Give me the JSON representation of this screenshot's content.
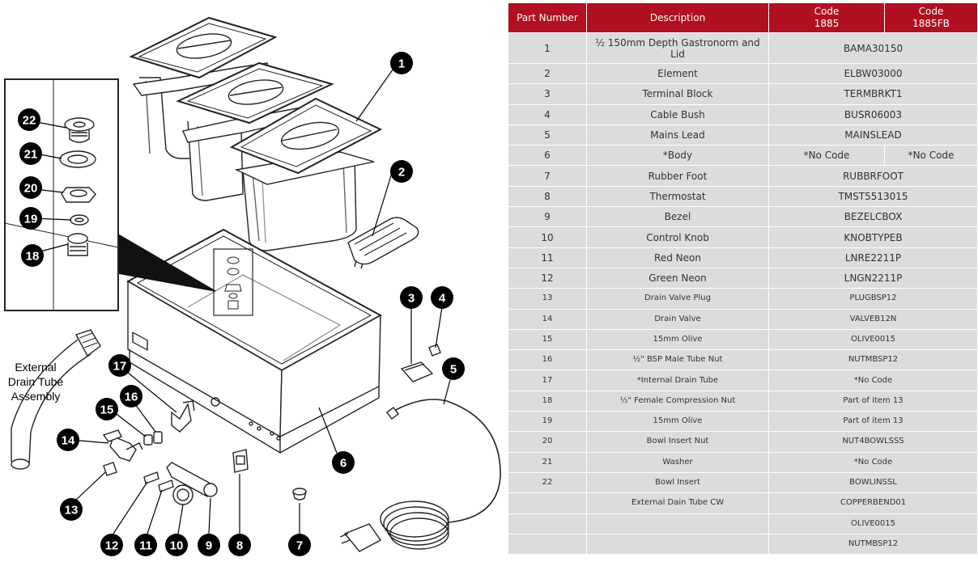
{
  "diagram": {
    "callouts": [
      "1",
      "2",
      "3",
      "4",
      "5",
      "6",
      "7",
      "8",
      "9",
      "10",
      "11",
      "12",
      "13",
      "14",
      "15",
      "16",
      "17",
      "18",
      "19",
      "20",
      "21",
      "22"
    ],
    "drain_label_lines": [
      "External",
      "Drain Tube",
      "Assembly"
    ]
  },
  "table": {
    "headers": {
      "part_number": "Part Number",
      "description": "Description",
      "code_1885": [
        "Code",
        "1885"
      ],
      "code_1885fb": [
        "Code",
        "1885FB"
      ]
    },
    "rows": [
      {
        "part": "1",
        "desc": "½ 150mm Depth Gastronorm and Lid",
        "code": "BAMA30150"
      },
      {
        "part": "2",
        "desc": "Element",
        "code": "ELBW03000"
      },
      {
        "part": "3",
        "desc": "Terminal Block",
        "code": "TERMBRKT1"
      },
      {
        "part": "4",
        "desc": "Cable Bush",
        "code": "BUSR06003"
      },
      {
        "part": "5",
        "desc": "Mains Lead",
        "code": "MAINSLEAD"
      },
      {
        "part": "6",
        "desc": "*Body",
        "code": "*No Code",
        "code_fb": "*No Code"
      },
      {
        "part": "7",
        "desc": "Rubber Foot",
        "code": "RUBBRFOOT"
      },
      {
        "part": "8",
        "desc": "Thermostat",
        "code": "TMST5513015"
      },
      {
        "part": "9",
        "desc": "Bezel",
        "code": "BEZELCBOX"
      },
      {
        "part": "10",
        "desc": "Control Knob",
        "code": "KNOBTYPEB"
      },
      {
        "part": "11",
        "desc": "Red Neon",
        "code": "LNRE2211P"
      },
      {
        "part": "12",
        "desc": "Green Neon",
        "code": "LNGN2211P"
      },
      {
        "part": "13",
        "desc": "Drain Valve Plug",
        "code": "PLUGBSP12"
      },
      {
        "part": "14",
        "desc": "Drain Valve",
        "code": "VALVEB12N"
      },
      {
        "part": "15",
        "desc": "15mm Olive",
        "code": "OLIVE0015"
      },
      {
        "part": "16",
        "desc": "½\" BSP Male Tube Nut",
        "code": "NUTMBSP12"
      },
      {
        "part": "17",
        "desc": "*Internal Drain Tube",
        "code": "*No Code"
      },
      {
        "part": "18",
        "desc": "½\" Female Compression Nut",
        "code": "Part of item 13"
      },
      {
        "part": "19",
        "desc": "15mm Olive",
        "code": "Part of item 13"
      },
      {
        "part": "20",
        "desc": "Bowl Insert Nut",
        "code": "NUT4BOWLSSS"
      },
      {
        "part": "21",
        "desc": "Washer",
        "code": "*No Code"
      },
      {
        "part": "22",
        "desc": "Bowl Insert",
        "code": "BOWLINSSL"
      },
      {
        "part": "",
        "desc": "External Dain Tube CW",
        "code": "COPPERBEND01"
      },
      {
        "part": "",
        "desc": "",
        "code": "OLIVE0015"
      },
      {
        "part": "",
        "desc": "",
        "code": "NUTMBSP12"
      }
    ]
  }
}
